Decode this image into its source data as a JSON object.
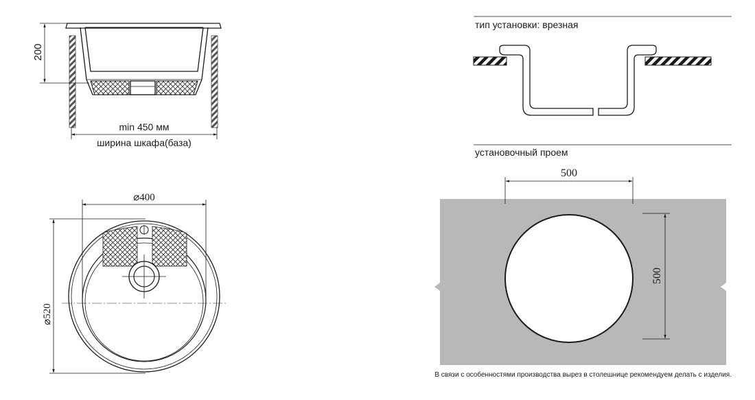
{
  "colors": {
    "line": "#1a1a1a",
    "counter": "#b8b8b8",
    "hatch": "#555555"
  },
  "side_view": {
    "height_dim": "200",
    "cabinet_width_value": "min 450 мм",
    "cabinet_width_label": "ширина шкафа(база)"
  },
  "top_view": {
    "inner_diameter": "400",
    "outer_diameter": "520",
    "diameter_symbol": "⌀"
  },
  "install": {
    "type_label": "тип установки: врезная",
    "opening_label": "установочный проем",
    "opening_width": "500",
    "opening_height": "500"
  },
  "footnote": "В связи с особенностями производства вырез в столешнице рекомендуем делать с изделия."
}
